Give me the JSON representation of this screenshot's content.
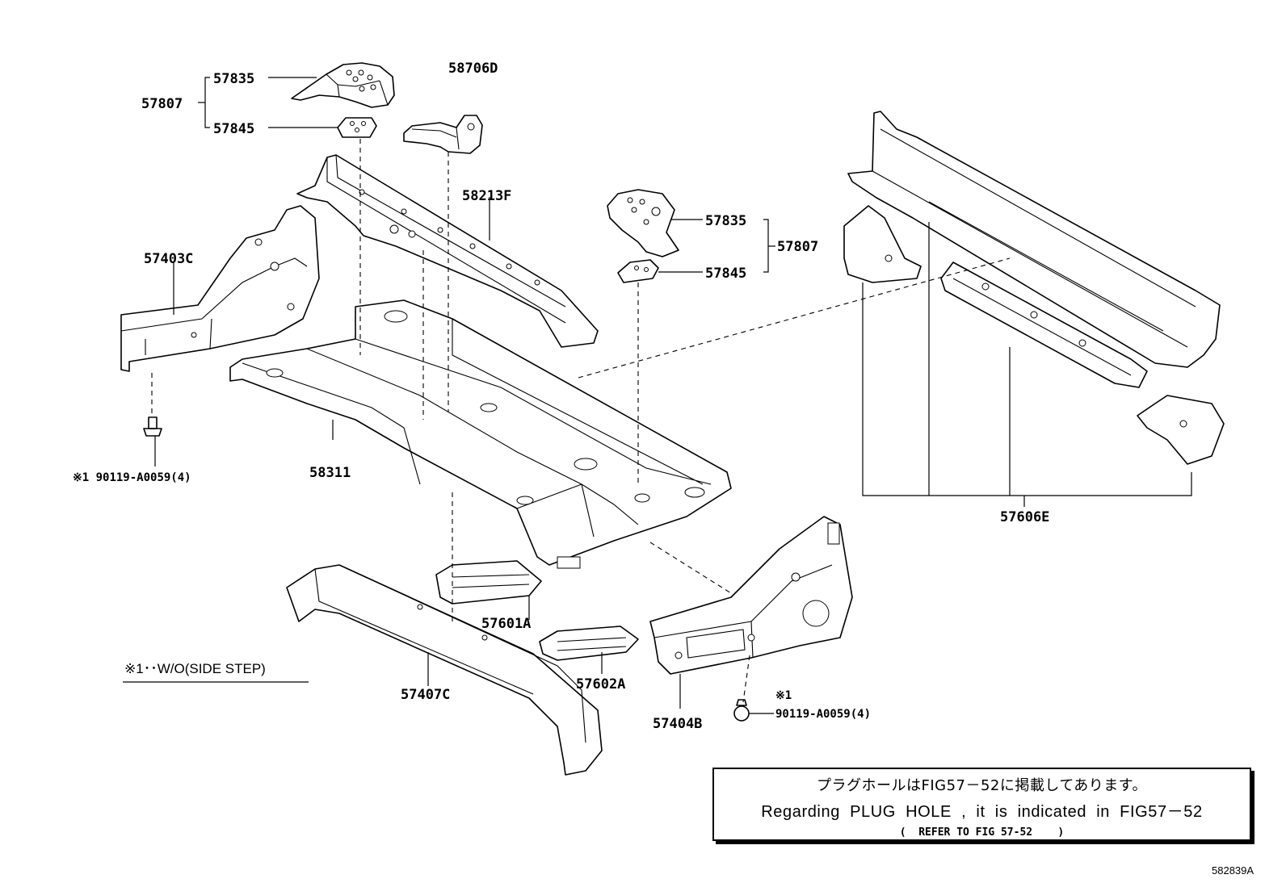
{
  "labels": {
    "p57807_left": "57807",
    "p57835_left": "57835",
    "p57845_left": "57845",
    "p58706D": "58706D",
    "p58213F": "58213F",
    "p57403C": "57403C",
    "p58311": "58311",
    "p57835_right": "57835",
    "p57845_right": "57845",
    "p57807_right": "57807",
    "p57606E": "57606E",
    "p57601A": "57601A",
    "p57602A": "57602A",
    "p57407C": "57407C",
    "p57404B": "57404B",
    "bolt_left": "※1 90119-A0059(4)",
    "bolt_right_mark": "※1",
    "bolt_right": "90119-A0059(4)"
  },
  "footnote": "※1･･W/O(SIDE STEP)",
  "note_box": {
    "line_jp": "プラグホールはFIG57－52に掲載してあります。",
    "line_en": "Regarding PLUG HOLE , it is indicated in FIG57－52",
    "line_ref": "(  REFER TO FIG 57-52    )"
  },
  "figure_id": "582839A"
}
